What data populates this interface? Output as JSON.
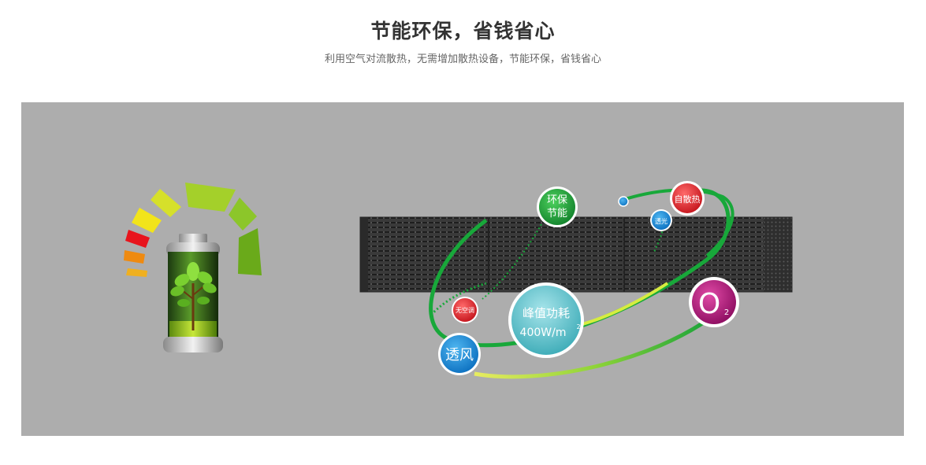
{
  "header": {
    "title": "节能环保，省钱省心",
    "subtitle": "利用空气对流散热，无需增加散热设备，节能环保，省钱省心"
  },
  "badges": {
    "eco_line1": "环保",
    "eco_line2": "节能",
    "self_cooling": "自散热",
    "transparent": "透光",
    "no_ac": "无空调",
    "peak_line1": "峰值功耗",
    "peak_line2": "400W/m",
    "peak_unit_sup": "2",
    "ventilation": "透风",
    "oxygen": "O",
    "oxygen_sub": "2"
  },
  "colors": {
    "panel_bg": "#adadad",
    "green_arc": "#18a83a",
    "eco_badge": "#1e9e3c",
    "red_badge": "#d8262c",
    "blue_badge": "#1a8fd8",
    "teal_badge": "#5fc3cc",
    "magenta_badge": "#b0187e"
  }
}
